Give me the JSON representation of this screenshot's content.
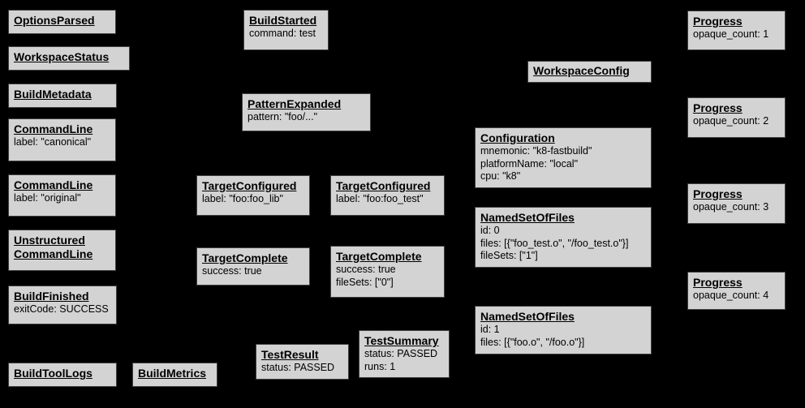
{
  "diagram": {
    "description": "Bazel Build Event Protocol event graph",
    "background_color": "#000000",
    "node_fill_color": "#d3d3d3",
    "node_border_color": "#404040",
    "node_text_color": "#000000"
  },
  "nodes": [
    {
      "title": "OptionsParsed",
      "attrs": []
    },
    {
      "title": "WorkspaceStatus",
      "attrs": []
    },
    {
      "title": "BuildMetadata",
      "attrs": []
    },
    {
      "title": "CommandLine",
      "attrs": [
        "label: \"canonical\""
      ]
    },
    {
      "title": "CommandLine",
      "attrs": [
        "label: \"original\""
      ]
    },
    {
      "title": "Unstructured",
      "title2": "CommandLine",
      "attrs": []
    },
    {
      "title": "BuildFinished",
      "attrs": [
        "exitCode: SUCCESS"
      ]
    },
    {
      "title": "BuildToolLogs",
      "attrs": []
    },
    {
      "title": "BuildMetrics",
      "attrs": []
    },
    {
      "title": "BuildStarted",
      "attrs": [
        "command: test"
      ]
    },
    {
      "title": "PatternExpanded",
      "attrs": [
        "pattern: \"foo/...\""
      ]
    },
    {
      "title": "TargetConfigured",
      "attrs": [
        "label: \"foo:foo_lib\""
      ]
    },
    {
      "title": "TargetConfigured",
      "attrs": [
        "label: \"foo:foo_test\""
      ]
    },
    {
      "title": "TargetComplete",
      "attrs": [
        "success: true"
      ]
    },
    {
      "title": "TargetComplete",
      "attrs": [
        "success: true",
        "fileSets: [\"0\"]"
      ]
    },
    {
      "title": "TestResult",
      "attrs": [
        "status: PASSED"
      ]
    },
    {
      "title": "TestSummary",
      "attrs": [
        "status: PASSED",
        "runs: 1"
      ]
    },
    {
      "title": "WorkspaceConfig",
      "attrs": []
    },
    {
      "title": "Configuration",
      "attrs": [
        "mnemonic: \"k8-fastbuild\"",
        "platformName: \"local\"",
        "cpu: \"k8\""
      ]
    },
    {
      "title": "NamedSetOfFiles",
      "attrs": [
        "id: 0",
        "files: [{\"foo_test.o\", \"/foo_test.o\"}]",
        "fileSets: [\"1\"]"
      ]
    },
    {
      "title": "NamedSetOfFiles",
      "attrs": [
        "id: 1",
        "files: [{\"foo.o\", \"/foo.o\"}]"
      ]
    },
    {
      "title": "Progress",
      "attrs": [
        "opaque_count: 1"
      ]
    },
    {
      "title": "Progress",
      "attrs": [
        "opaque_count: 2"
      ]
    },
    {
      "title": "Progress",
      "attrs": [
        "opaque_count: 3"
      ]
    },
    {
      "title": "Progress",
      "attrs": [
        "opaque_count: 4"
      ]
    }
  ]
}
